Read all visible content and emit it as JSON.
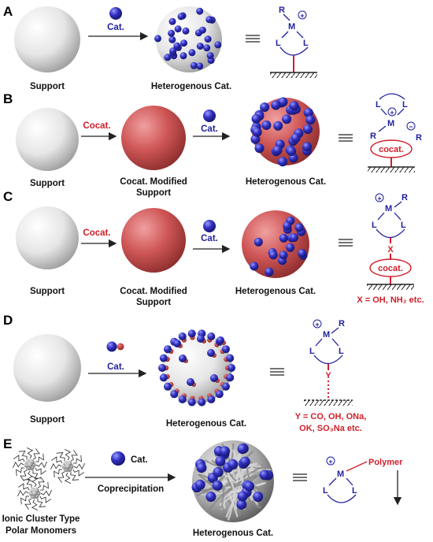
{
  "panels": [
    {
      "letter": "A",
      "support": "Support",
      "cat": "Cat.",
      "result": "Heterogenous Cat."
    },
    {
      "letter": "B",
      "support": "Support",
      "cocat": "Cocat.",
      "modified": [
        "Cocat. Modified",
        "Support"
      ],
      "cat": "Cat.",
      "result": "Heterogenous Cat.",
      "cocat_box": "cocat."
    },
    {
      "letter": "C",
      "support": "Support",
      "cocat": "Cocat.",
      "modified": [
        "Cocat. Modified",
        "Support"
      ],
      "cat": "Cat.",
      "result": "Heterogenous Cat.",
      "cocat_box": "cocat.",
      "linker": "X",
      "note": "X = OH, NH₂ etc."
    },
    {
      "letter": "D",
      "support": "Support",
      "cat": "Cat.",
      "result": "Heterogenous Cat.",
      "linker": "Y",
      "note": [
        "Y = CO, OH, ONa,",
        "OK, SO₃Na etc."
      ]
    },
    {
      "letter": "E",
      "monomers": [
        "Ionic Cluster Type",
        "Polar Monomers"
      ],
      "cat": "Cat.",
      "process": "Coprecipitation",
      "result": "Heterogenous Cat.",
      "polymer": "Polymer"
    }
  ],
  "metal": "M",
  "ligand": "L",
  "substituent": "R",
  "charge_pos": "+",
  "charge_neg": "−",
  "colors": {
    "catalyst": "#2a2aa8",
    "cocatalyst": "#c94848",
    "chem_blue": "#1f1f9e",
    "chem_red": "#d0202a"
  }
}
